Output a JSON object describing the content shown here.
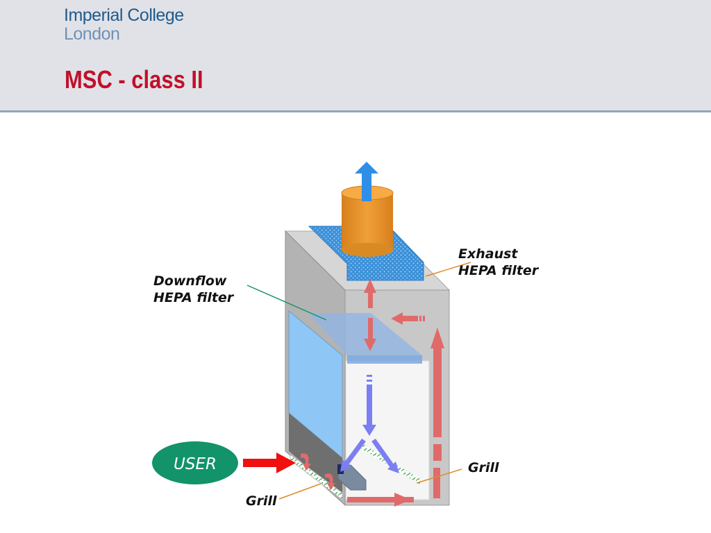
{
  "header": {
    "logo_line1": "Imperial College",
    "logo_line2": "London",
    "title": "MSC - class II"
  },
  "labels": {
    "exhaust_line1": "Exhaust",
    "exhaust_line2": "HEPA filter",
    "downflow_line1": "Downflow",
    "downflow_line2": "HEPA filter",
    "user": "USER",
    "grill_right": "Grill",
    "grill_bottom": "Grill"
  },
  "colors": {
    "title": "#c0102a",
    "contaminated_air": "#e06a6a",
    "clean_air": "#7b7ff2",
    "exhaust_air": "#2f8fe8",
    "user_badge": "#12936a",
    "exhaust_duct": "#e89127"
  }
}
